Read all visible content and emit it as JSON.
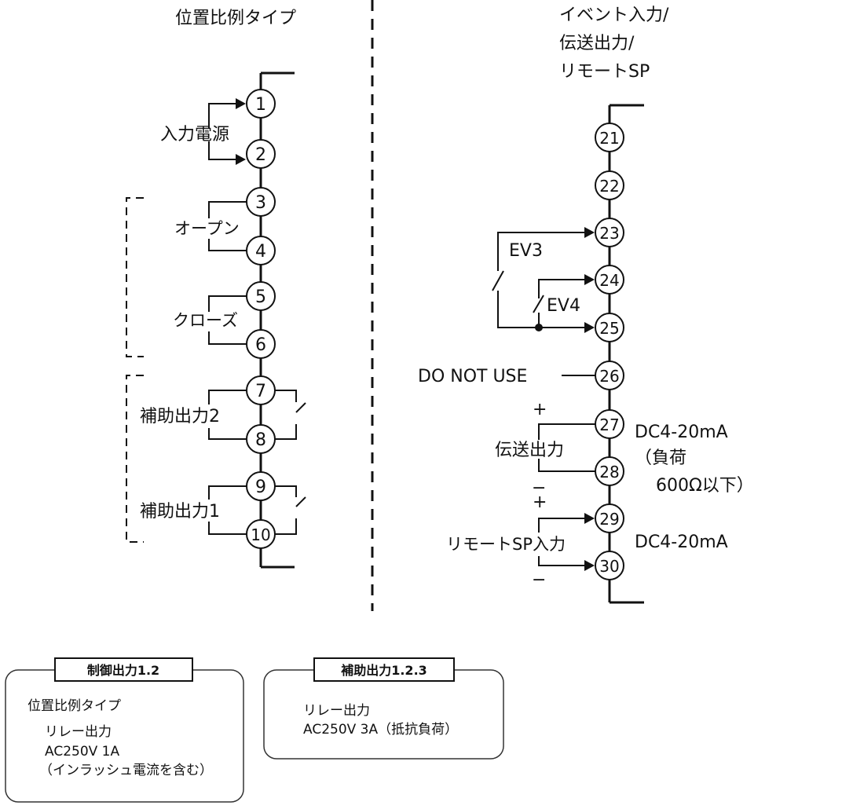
{
  "left_header": "位置比例タイプ",
  "right_header": [
    "イベント入力/",
    "伝送出力/",
    "リモートSP"
  ],
  "left_terminals": [
    "1",
    "2",
    "3",
    "4",
    "5",
    "6",
    "7",
    "8",
    "9",
    "10"
  ],
  "right_terminals": [
    "21",
    "22",
    "23",
    "24",
    "25",
    "26",
    "27",
    "28",
    "29",
    "30"
  ],
  "left_labels": {
    "power": "入力電源",
    "open": "オープン",
    "close": "クローズ",
    "aux2": "補助出力2",
    "aux1": "補助出力1"
  },
  "right_labels": {
    "ev3": "EV3",
    "ev4": "EV4",
    "do_not_use": "DO NOT USE",
    "plus1": "+",
    "minus1": "−",
    "transmission": "伝送出力",
    "dc1": "DC4-20mA",
    "load1": "（負荷",
    "load2": "600Ω以下）",
    "plus2": "+",
    "minus2": "−",
    "remote_sp": "リモートSP入力",
    "dc2": "DC4-20mA"
  },
  "box_control": {
    "title": "制御出力1.2",
    "lines": [
      "位置比例タイプ",
      "リレー出力",
      "AC250V 1A",
      "（インラッシュ電流を含む）"
    ]
  },
  "box_aux": {
    "title": "補助出力1.2.3",
    "lines": [
      "リレー出力",
      "AC250V 3A（抵抗負荷）"
    ]
  }
}
